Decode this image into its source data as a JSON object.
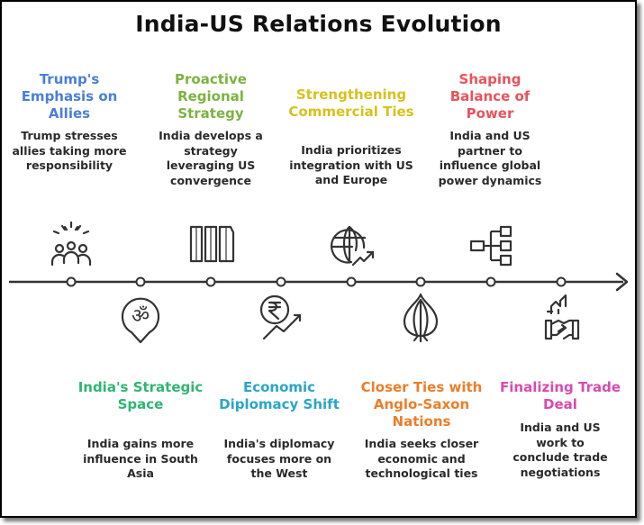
{
  "title": "India-US Relations Evolution",
  "colors": {
    "line": "#333333",
    "blue": "#4a7fd8",
    "green": "#7cb342",
    "yellow": "#d6c21d",
    "red": "#e8535c",
    "teal": "#2fb673",
    "cyan": "#2aa5c8",
    "orange": "#ec7e2a",
    "pink": "#d94bad"
  },
  "events_top": [
    {
      "title": "Trump's Emphasis on Allies",
      "desc": "Trump stresses allies taking more responsibility",
      "icon": "people-celebrating-icon"
    },
    {
      "title": "Proactive Regional Strategy",
      "desc": "India develops a strategy leveraging US convergence",
      "icon": "pillars-icon"
    },
    {
      "title": "Strengthening Commercial Ties",
      "desc": "India prioritizes integration with US and Europe",
      "icon": "globe-growth-icon"
    },
    {
      "title": "Shaping Balance of Power",
      "desc": "India and US partner to influence global power dynamics",
      "icon": "network-hierarchy-icon"
    }
  ],
  "events_bottom": [
    {
      "title": "India's Strategic Space",
      "desc": "India gains more influence in South Asia",
      "icon": "om-location-pin-icon"
    },
    {
      "title": "Economic Diplomacy Shift",
      "desc": "India's diplomacy focuses more on the West",
      "icon": "rupee-trend-icon"
    },
    {
      "title": "Closer Ties with Anglo-Saxon Nations",
      "desc": "India seeks closer economic and technological ties",
      "icon": "onion-icon"
    },
    {
      "title": "Finalizing Trade Deal",
      "desc": "India and US work to conclude trade negotiations",
      "icon": "handshake-deal-icon"
    }
  ]
}
